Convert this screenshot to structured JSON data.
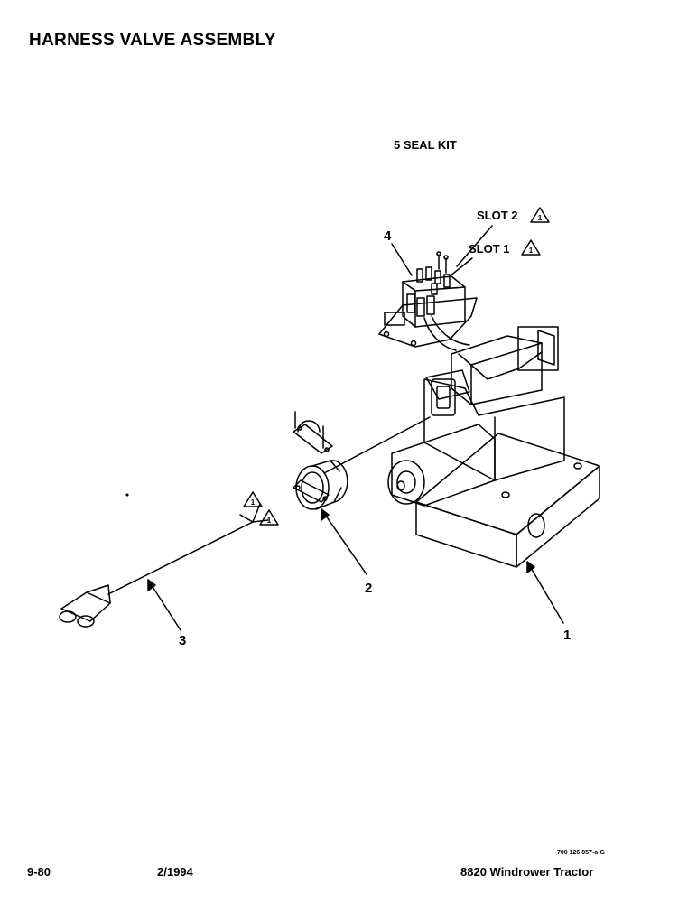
{
  "header": {
    "title": "HARNESS VALVE ASSEMBLY"
  },
  "callouts": {
    "seal_kit": "5  SEAL KIT",
    "slot2": "SLOT 2",
    "slot1": "SLOT 1",
    "note_flag": "1",
    "items": [
      "1",
      "2",
      "3",
      "4"
    ]
  },
  "footer": {
    "page_number": "9-80",
    "date": "2/1994",
    "product": "8820 Windrower Tractor",
    "drawing_number": "700 126 057-a-G"
  }
}
